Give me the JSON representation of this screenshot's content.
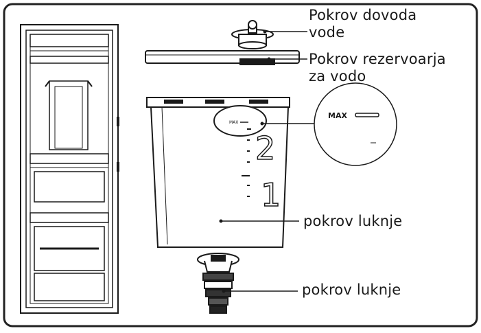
{
  "labels": {
    "water_inlet_cover": [
      "Pokrov dovoda",
      "vode"
    ],
    "tank_lid": [
      "Pokrov rezervoarja",
      "za vodo"
    ],
    "hole_cover_upper": "pokrov luknje",
    "hole_cover_lower": "pokrov luknje"
  },
  "tank_markings": {
    "level_2": "2",
    "level_1": "1",
    "max_small": "MAX",
    "max_zoom": "MAX"
  },
  "colors": {
    "line": "#1a1a1a",
    "frame": "#222222",
    "fill": "#ffffff",
    "shade": "#e6e6e6"
  }
}
